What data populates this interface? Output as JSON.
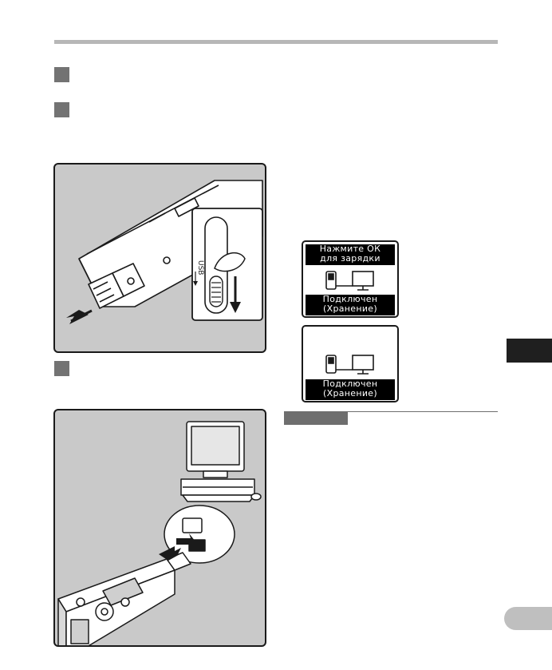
{
  "screens": {
    "charge_prompt": {
      "top_line1": "Нажмите ОК",
      "top_line2": "для зарядки",
      "bottom_line1": "Подключен",
      "bottom_line2": "(Хранение)"
    },
    "connected": {
      "bottom_line1": "Подключен",
      "bottom_line2": "(Хранение)"
    }
  },
  "illustrations": {
    "usb_slider_label": "USB"
  },
  "icons": {
    "step_marker": "square-step-marker",
    "recorder": "recorder-icon",
    "monitor": "monitor-icon",
    "usb": "usb-icon"
  },
  "colors": {
    "rule": "#b7b7b7",
    "step_marker": "#737373",
    "illustration_bg": "#c9c9c9",
    "side_tab": "#1f1f1f",
    "page_tab": "#bfbfbf"
  }
}
